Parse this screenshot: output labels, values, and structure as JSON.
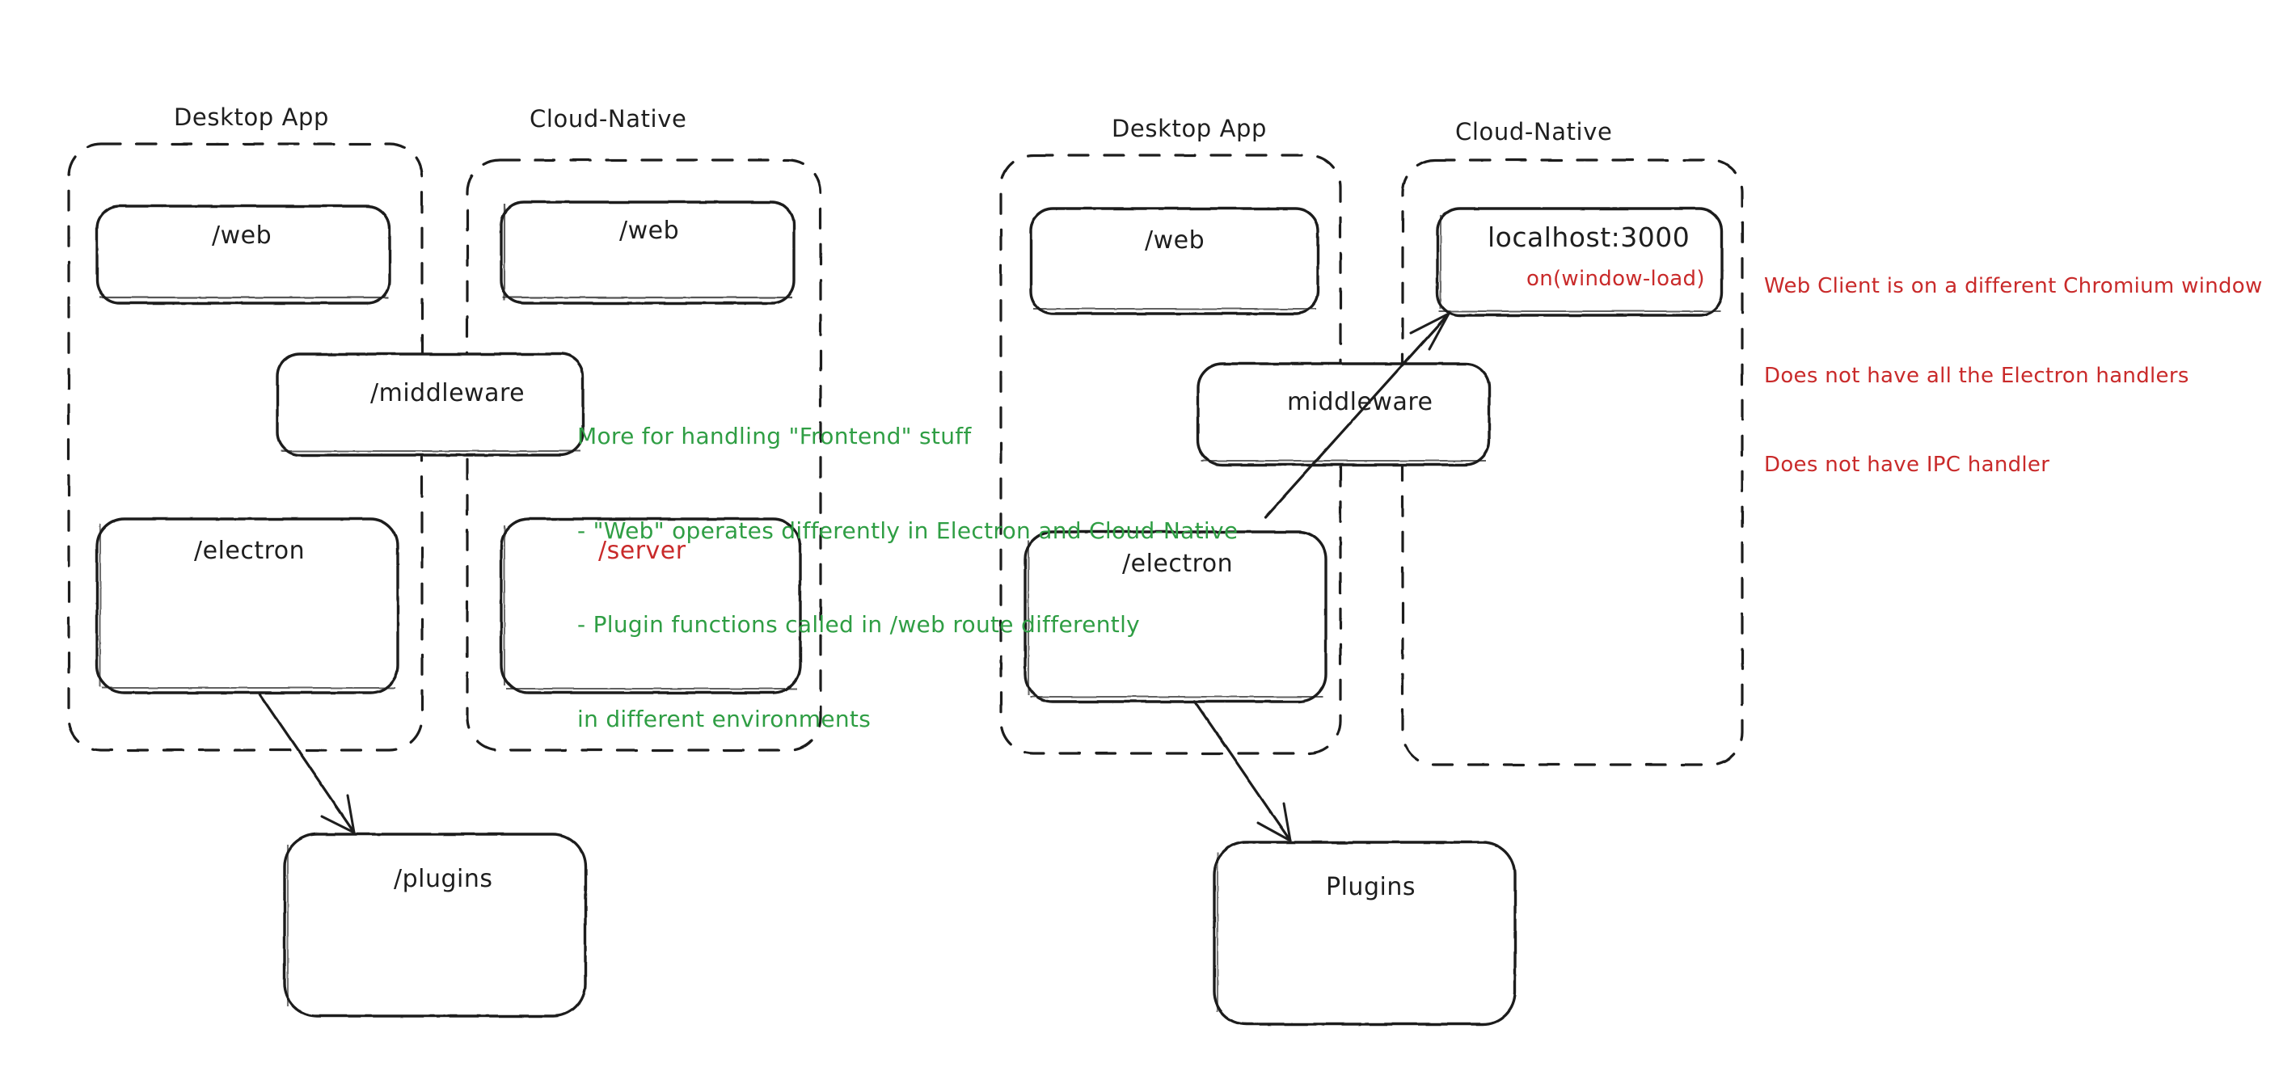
{
  "diagram": {
    "title_left_desktop": "Desktop App",
    "title_left_cloud": "Cloud-Native",
    "title_right_desktop": "Desktop App",
    "title_right_cloud": "Cloud-Native",
    "colors": {
      "stroke": "#1e1e1e",
      "red": "#c92a2a",
      "green": "#2f9e44",
      "background": "#ffffff"
    },
    "left_cluster": {
      "desktop_nodes": [
        {
          "label": "/web"
        },
        {
          "label": "/electron"
        }
      ],
      "shared_node": {
        "label": "/middleware"
      },
      "cloud_nodes": [
        {
          "label": "/web"
        },
        {
          "label": "/server"
        }
      ],
      "plugins_node": {
        "label": "/plugins"
      }
    },
    "right_cluster": {
      "desktop_nodes": [
        {
          "label": "/web"
        },
        {
          "label": "/electron"
        }
      ],
      "shared_node": {
        "label": "middleware"
      },
      "cloud_nodes": [
        {
          "label": "localhost:3000",
          "sublabel": "on(window-load)"
        }
      ],
      "plugins_node": {
        "label": "Plugins"
      }
    },
    "green_note": {
      "line1": "More for handling \"Frontend\" stuff",
      "line2": "- \"Web\" operates differently in Electron and Cloud-Native",
      "line3": "- Plugin functions called in /web route differently",
      "line4": "in different environments"
    },
    "red_note": {
      "line1": "Web Client is on a different Chromium window",
      "line2": "Does not have all the Electron handlers",
      "line3": "Does not have IPC handler"
    }
  }
}
